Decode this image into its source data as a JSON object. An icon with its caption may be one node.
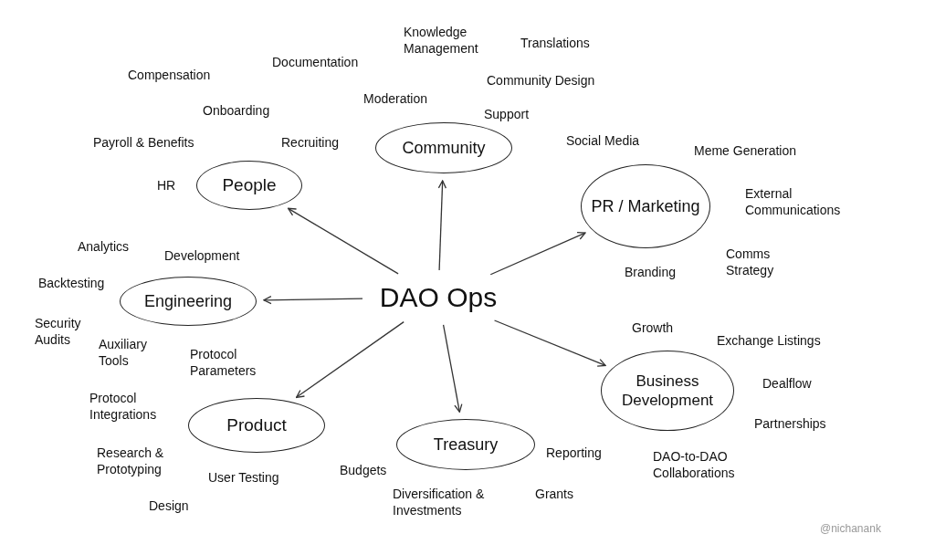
{
  "diagram": {
    "nodes": [
      {
        "text": [
          "Community"
        ]
      },
      {
        "text": [
          "People"
        ]
      },
      {
        "text": [
          "PR / Marketing"
        ]
      },
      {
        "text": [
          "DAO Ops"
        ]
      },
      {
        "text": [
          "Engineering"
        ]
      },
      {
        "text": [
          "Business Development"
        ]
      },
      {
        "text": [
          "Product"
        ]
      },
      {
        "text": [
          "Treasury"
        ]
      }
    ],
    "edges": [
      {
        "from": 3,
        "to": 0,
        "arrow": "to"
      },
      {
        "from": 3,
        "to": 1,
        "arrow": "to"
      },
      {
        "from": 3,
        "to": 2,
        "arrow": "to"
      },
      {
        "from": 3,
        "to": 4,
        "arrow": "to"
      },
      {
        "from": 3,
        "to": 5,
        "arrow": "to"
      },
      {
        "from": 3,
        "to": 6,
        "arrow": "to"
      },
      {
        "from": 3,
        "to": 7,
        "arrow": "to"
      }
    ],
    "labels": [
      "Knowledge Management",
      "Translations",
      "Compensation",
      "Documentation",
      "Community Design",
      "Moderation",
      "Onboarding",
      "Support",
      "Payroll & Benefits",
      "Recruiting",
      "Social Media",
      "Meme Generation",
      "HR",
      "External Communications",
      "Analytics",
      "Development",
      "Comms Strategy",
      "Branding",
      "Backtesting",
      "Security Audits",
      "Growth",
      "Exchange Listings",
      "Auxiliary Tools",
      "Protocol Parameters",
      "Dealflow",
      "Protocol Integrations",
      "Partnerships",
      "Research & Prototyping",
      "Reporting",
      "DAO-to-DAO Collaborations",
      "Budgets",
      "User Testing",
      "Diversification & Investments",
      "Grants",
      "Design",
      "@nichanank"
    ]
  }
}
